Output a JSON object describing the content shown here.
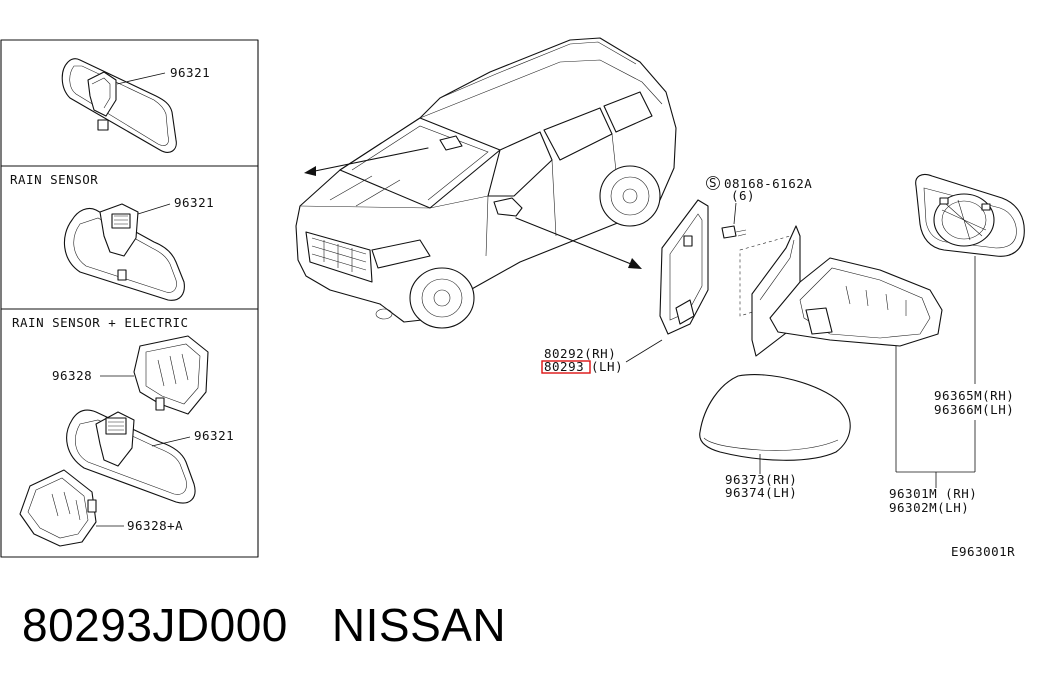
{
  "panels": [
    {
      "heading": "",
      "callouts": [
        "96321"
      ]
    },
    {
      "heading": "RAIN SENSOR",
      "callouts": [
        "96321"
      ]
    },
    {
      "heading": "RAIN SENSOR + ELECTRIC",
      "callouts": [
        "96328",
        "96321",
        "96328+A"
      ]
    }
  ],
  "labels": {
    "bolt_part": "08168-6162A",
    "bolt_qty": "(6)",
    "bolt_symbol": "S",
    "gasket_rh": "80292(RH)",
    "gasket_lh_part": "80293",
    "gasket_lh_side": "(LH)",
    "cover_rh": "96373(RH)",
    "cover_lh": "96374(LH)",
    "glass_rh": "96365M(RH)",
    "glass_lh": "96366M(LH)",
    "assy_rh": "96301M (RH)",
    "assy_lh": "96302M(LH)",
    "diagram_id": "E963001R"
  },
  "caption": {
    "part_number": "80293JD000",
    "brand": "NISSAN"
  },
  "colors": {
    "highlight": "#dd1111",
    "ink": "#111111"
  }
}
